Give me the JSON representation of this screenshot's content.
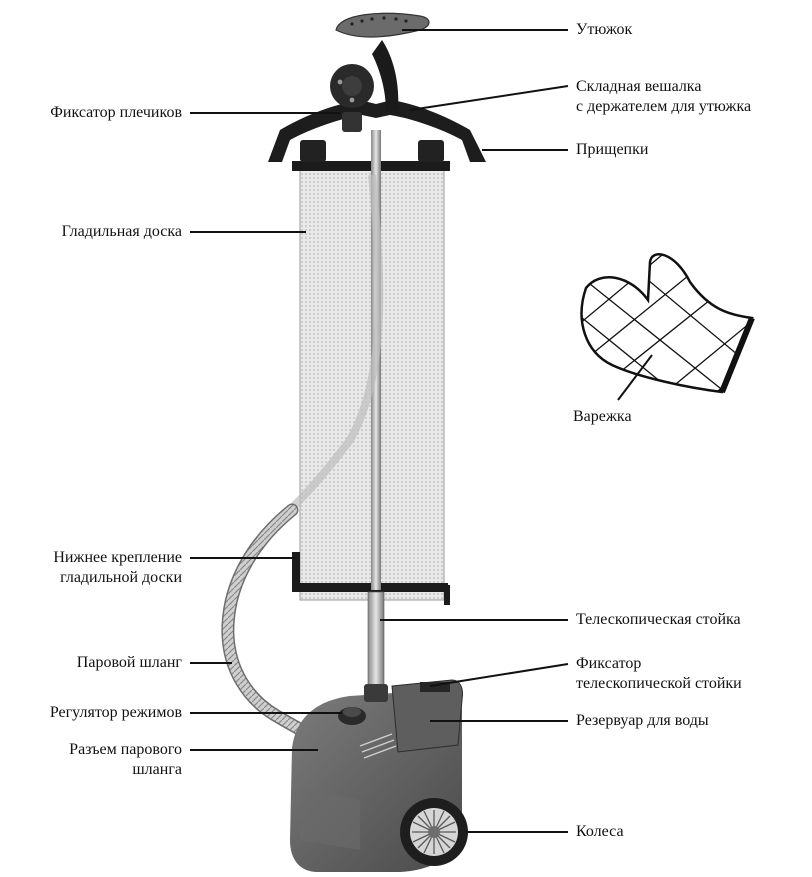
{
  "labels": {
    "iron": "Утюжок",
    "hanger_line1": "Складная вешалка",
    "hanger_line2": "с держателем для утюжка",
    "clips": "Прищепки",
    "shoulder_lock": "Фиксатор плечиков",
    "board": "Гладильная доска",
    "mitten": "Варежка",
    "board_mount_line1": "Нижнее крепление",
    "board_mount_line2": "гладильной доски",
    "pole": "Телескопическая стойка",
    "hose": "Паровой шланг",
    "pole_lock_line1": "Фиксатор",
    "pole_lock_line2": "телескопической стойки",
    "mode_knob": "Регулятор режимов",
    "tank": "Резервуар для воды",
    "hose_socket_line1": "Разъем парового",
    "hose_socket_line2": "шланга",
    "wheels": "Колеса"
  }
}
